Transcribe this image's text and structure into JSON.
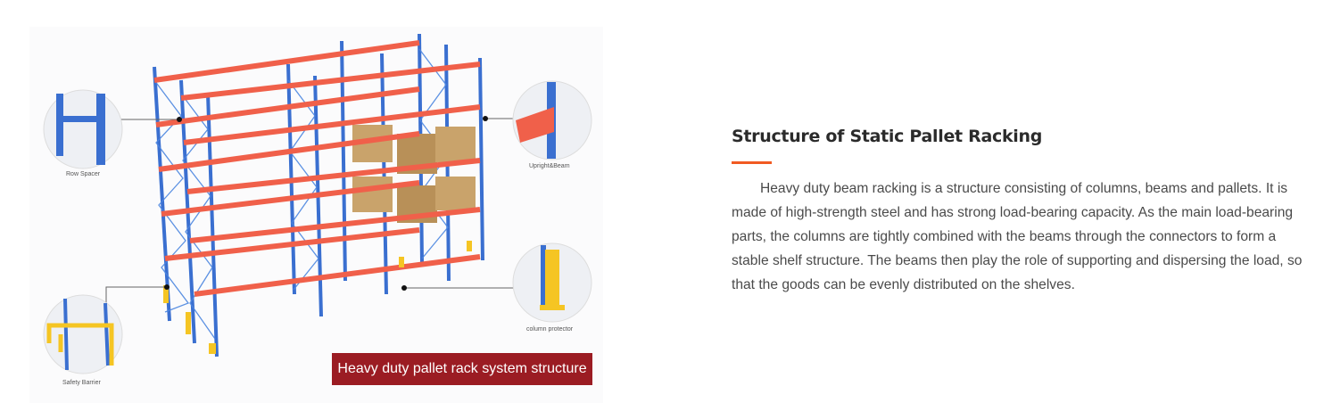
{
  "figure": {
    "callouts": {
      "row_spacer": "Row Spacer",
      "upright_beam": "Upright&Beam",
      "column_protector": "column protector",
      "safety_barrier": "Safety Barrier"
    },
    "caption": "Heavy duty pallet rack system structure"
  },
  "content": {
    "title": "Structure of Static Pallet Racking",
    "paragraph": "Heavy duty beam racking is a structure consisting of columns, beams and pallets. It is made of high-strength steel and has strong load-bearing capacity. As the main load-bearing parts, the columns are tightly combined with the beams through the connectors to form a stable shelf structure. The beams then play the role of supporting and dispersing the load, so that the goods can be evenly distributed on the shelves."
  },
  "colors": {
    "upright": "#3a6fd0",
    "beam": "#f0604a",
    "accent": "#f15a22",
    "caption_bg": "#9b1c23",
    "protector": "#f5c523",
    "box": "#c9a36b"
  }
}
